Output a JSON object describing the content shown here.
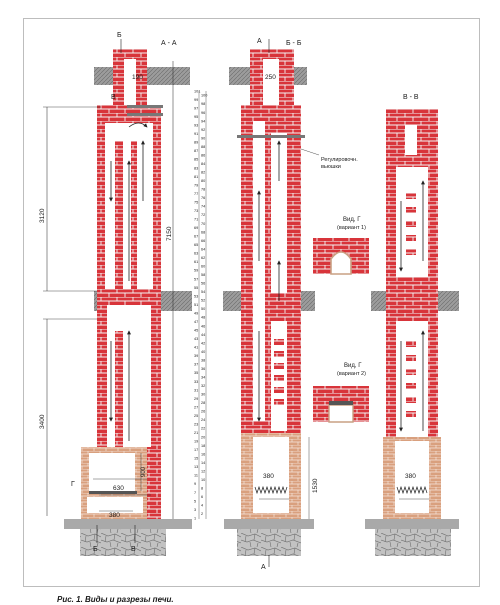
{
  "caption": "Рис. 1. Виды и разрезы печи.",
  "views": {
    "aa": {
      "title": "А - А"
    },
    "bb": {
      "title": "Б - Б"
    },
    "vv": {
      "title": "В - В"
    }
  },
  "section_marks": {
    "b_top": "Б",
    "a_top": "А",
    "v_left": "В",
    "g_left": "Г",
    "b_bottom_left": "Б",
    "b_bottom_right": "В",
    "a_bottom": "А"
  },
  "dimensions": {
    "chimney_aa": "190",
    "chimney_bb": "250",
    "upper_height": "3120",
    "total_height": "7150",
    "lower_height": "3400",
    "firebox_height": "900",
    "firebox_width": "630",
    "ash_width": "380",
    "bb_fire_width": "380",
    "bb_base_height": "1530",
    "vv_fire_width": "380"
  },
  "labels": {
    "damper_line1": "Регулировочн.",
    "damper_line2": "вьюшки",
    "view_g1_title": "Вид, Г",
    "view_g1_sub": "(вариант 1)",
    "view_g2_title": "Вид, Г",
    "view_g2_sub": "(вариант 2)"
  },
  "row_scale": {
    "min": 1,
    "max": 101
  },
  "colors": {
    "brick": "#d8343a",
    "mortar": "#f4f4f4",
    "refractory": "#d9a07e",
    "slab": "#9c9c9c",
    "foundation": "#b7b7b7"
  }
}
